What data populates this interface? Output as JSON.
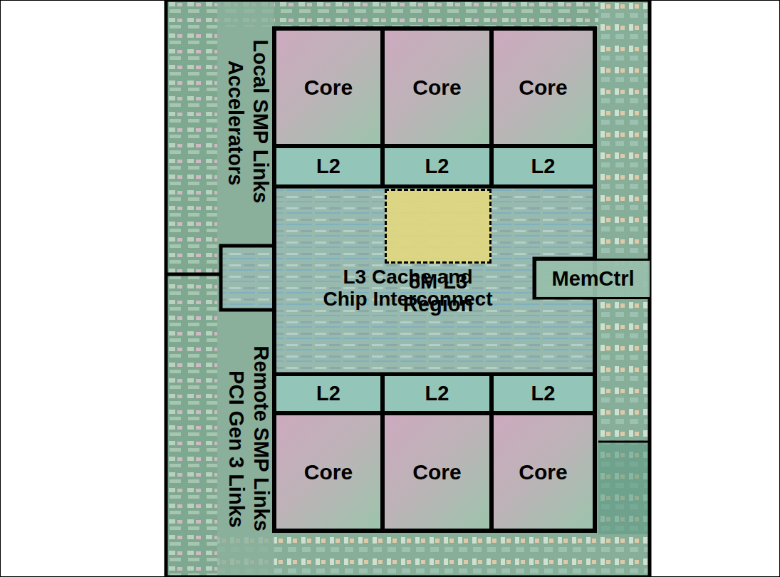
{
  "diagram": {
    "nodes": [
      {
        "text": [
          "Core"
        ]
      },
      {
        "text": [
          "Core"
        ]
      },
      {
        "text": [
          "Core"
        ]
      },
      {
        "text": [
          "L2"
        ]
      },
      {
        "text": [
          "L2"
        ]
      },
      {
        "text": [
          "L2"
        ]
      },
      {
        "text": [
          "L3 Cache and Chip Interconnect"
        ]
      },
      {
        "text": [
          "8M L3 Region"
        ],
        "in": 6
      },
      {
        "text": [
          "MemCtrl"
        ]
      },
      {
        "text": [
          "L2"
        ]
      },
      {
        "text": [
          "L2"
        ]
      },
      {
        "text": [
          "L2"
        ]
      },
      {
        "text": [
          "Core"
        ]
      },
      {
        "text": [
          "Core"
        ]
      },
      {
        "text": [
          "Core"
        ]
      }
    ],
    "labels": [
      "Local SMP Links",
      "Accelerators",
      "Remote SMP Links",
      "PCI Gen 3 Links"
    ]
  }
}
